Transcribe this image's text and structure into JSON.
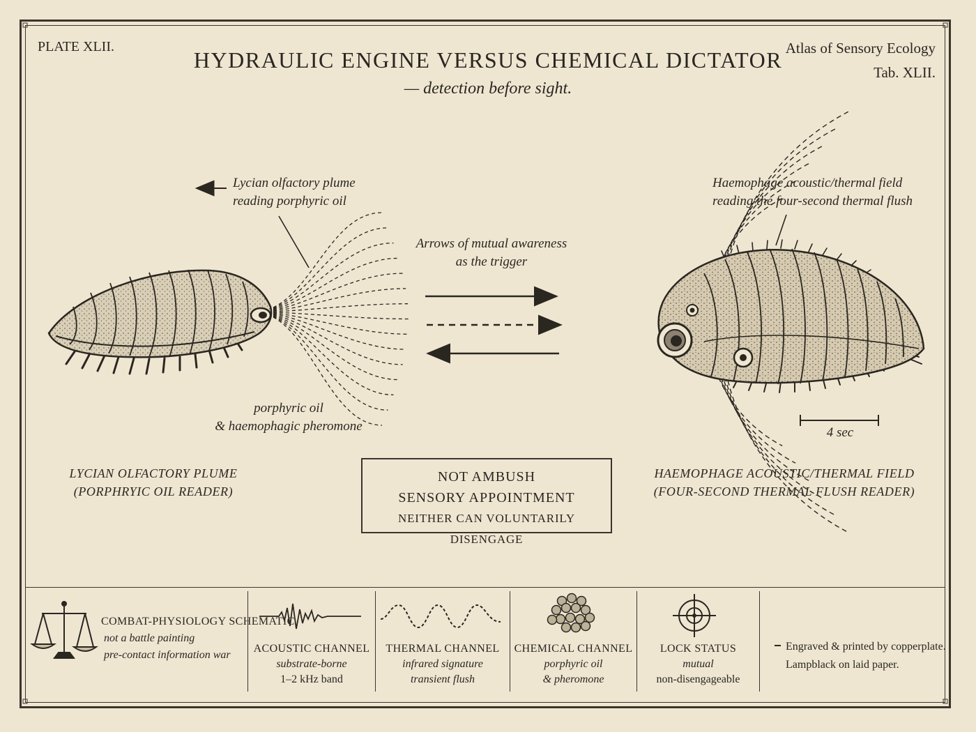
{
  "plate": {
    "number": "PLATE XLII.",
    "atlas_name": "Atlas of Sensory Ecology",
    "table": "Tab. XLII.",
    "title": "HYDRAULIC ENGINE VERSUS CHEMICAL DICTATOR",
    "subtitle": "— detection before sight."
  },
  "left_specimen": {
    "plume_label_1": "Lycian olfactory plume",
    "plume_label_2": "reading porphyric oil",
    "oil_label_1": "porphyric oil",
    "oil_label_2": "& haemophagic pheromone",
    "caption_1": "LYCIAN OLFACTORY PLUME",
    "caption_2": "(PORPHRYIC OIL READER)"
  },
  "right_specimen": {
    "field_label_1": "Haemophage acoustic/thermal field",
    "field_label_2": "reading the four-second thermal flush",
    "scale_label": "4 sec",
    "caption_1": "HAEMOPHAGE ACOUSTIC/THERMAL FIELD",
    "caption_2": "(FOUR-SECOND THERMAL FLUSH READER)"
  },
  "center": {
    "arrows_label_1": "Arrows of mutual awareness",
    "arrows_label_2": "as the trigger",
    "box_line_1": "NOT AMBUSH",
    "box_line_2": "SENSORY APPOINTMENT",
    "box_line_3": "NEITHER CAN VOLUNTARILY DISENGAGE"
  },
  "legend": {
    "schematic": {
      "title": "COMBAT-PHYSIOLOGY SCHEMATIC",
      "line_1": "not a battle painting",
      "line_2": "pre-contact information war",
      "icon": "scales-icon"
    },
    "acoustic": {
      "title": "ACOUSTIC CHANNEL",
      "line_1": "substrate-borne",
      "line_2": "1–2 kHz band",
      "icon": "waveform-icon"
    },
    "thermal": {
      "title": "THERMAL CHANNEL",
      "line_1": "infrared signature",
      "line_2": "transient flush",
      "icon": "sine-wave-icon"
    },
    "chemical": {
      "title": "CHEMICAL CHANNEL",
      "line_1": "porphyric oil",
      "line_2": "& pheromone",
      "icon": "molecule-cluster-icon"
    },
    "lock": {
      "title": "LOCK STATUS",
      "line_1": "mutual",
      "line_2": "non-disengageable",
      "icon": "crosshair-icon"
    },
    "colophon": {
      "line_1": "Engraved & printed by copperplate.",
      "line_2": "Lampblack on laid paper."
    }
  },
  "colors": {
    "paper": "#efe6d2",
    "ink": "#2a2620"
  }
}
